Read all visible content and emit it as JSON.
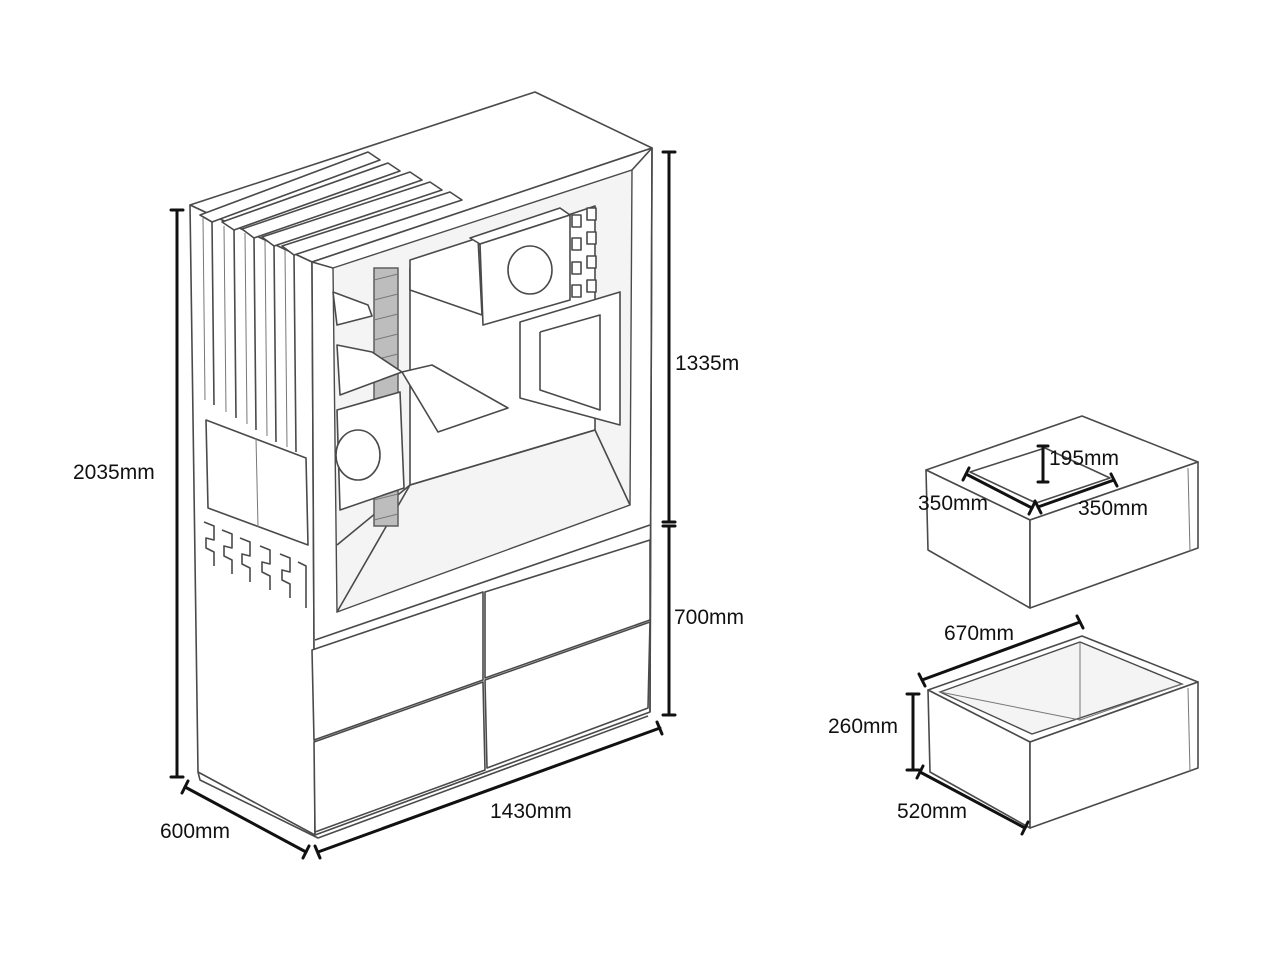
{
  "cabinet": {
    "total_height": "2035mm",
    "upper_height": "1335m",
    "lower_height": "700mm",
    "width": "1430mm",
    "depth": "600mm"
  },
  "small_drawer": {
    "height": "195mm",
    "width": "350mm",
    "depth": "350mm"
  },
  "large_drawer": {
    "width": "670mm",
    "height": "260mm",
    "depth": "520mm"
  }
}
